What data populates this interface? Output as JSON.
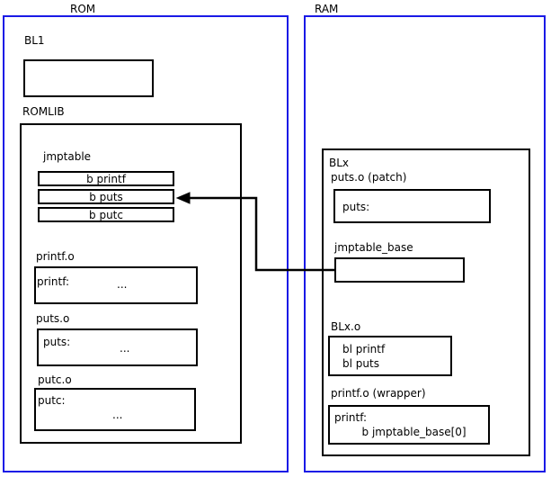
{
  "diagram": {
    "regions": [
      {
        "name": "ROM",
        "label": "ROM"
      },
      {
        "name": "RAM",
        "label": "RAM"
      }
    ],
    "rom": {
      "bl1": {
        "label": "BL1",
        "content": ""
      },
      "romlib": {
        "label": "ROMLIB",
        "jmptable": {
          "label": "jmptable",
          "entries": [
            {
              "text": "b printf"
            },
            {
              "text": "b puts"
            },
            {
              "text": "b putc"
            }
          ]
        },
        "objects": [
          {
            "label": "printf.o",
            "symbol": "printf:",
            "body": "..."
          },
          {
            "label": "puts.o",
            "symbol": "puts:",
            "body": "..."
          },
          {
            "label": "putc.o",
            "symbol": "putc:",
            "body": "..."
          }
        ]
      }
    },
    "ram": {
      "blx": {
        "label": "BLx",
        "puts_patch": {
          "label": "puts.o (patch)",
          "symbol": "puts:"
        },
        "jmptable_base": {
          "label": "jmptable_base",
          "content": ""
        },
        "blx_o": {
          "label": "BLx.o",
          "lines": [
            "bl printf",
            "bl puts"
          ]
        },
        "printf_wrapper": {
          "label": "printf.o (wrapper)",
          "lines": [
            "printf:",
            "        b jmptable_base[0]"
          ]
        }
      }
    },
    "colors": {
      "region_border": "#1a1ae6",
      "box_border": "#000000",
      "text": "#000000",
      "background": "#ffffff"
    },
    "connector": {
      "name": "jmptable-base-to-b-puts",
      "from": "jmptable_base",
      "to": "b puts"
    }
  }
}
